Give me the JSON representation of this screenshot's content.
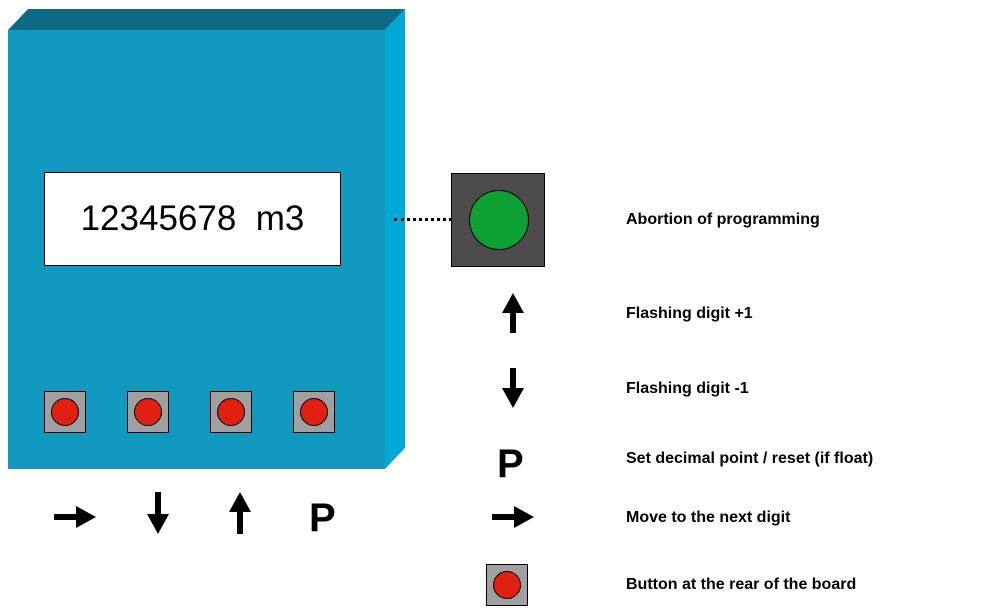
{
  "display": {
    "reading": "12345678  m3"
  },
  "panel_labels": {
    "move_label": "→",
    "down_label": "↓",
    "up_label": "↑",
    "p_label": "P"
  },
  "legend": [
    {
      "icon": "green-button-icon",
      "text": "Abortion of programming"
    },
    {
      "icon": "arrow-up-icon",
      "text": "Flashing digit +1"
    },
    {
      "icon": "arrow-down-icon",
      "text": "Flashing digit -1"
    },
    {
      "icon": "p-letter-icon",
      "symbol": "P",
      "text": "Set decimal point / reset (if float)"
    },
    {
      "icon": "arrow-right-icon",
      "text": "Move to the next digit"
    },
    {
      "icon": "red-button-icon",
      "text": "Button at the rear of the board"
    }
  ],
  "colors": {
    "device_front": "#1199bf",
    "device_top": "#0d6a85",
    "device_side": "#00a8d8",
    "button_led": "#e02010",
    "abort_led": "#0ea033"
  }
}
